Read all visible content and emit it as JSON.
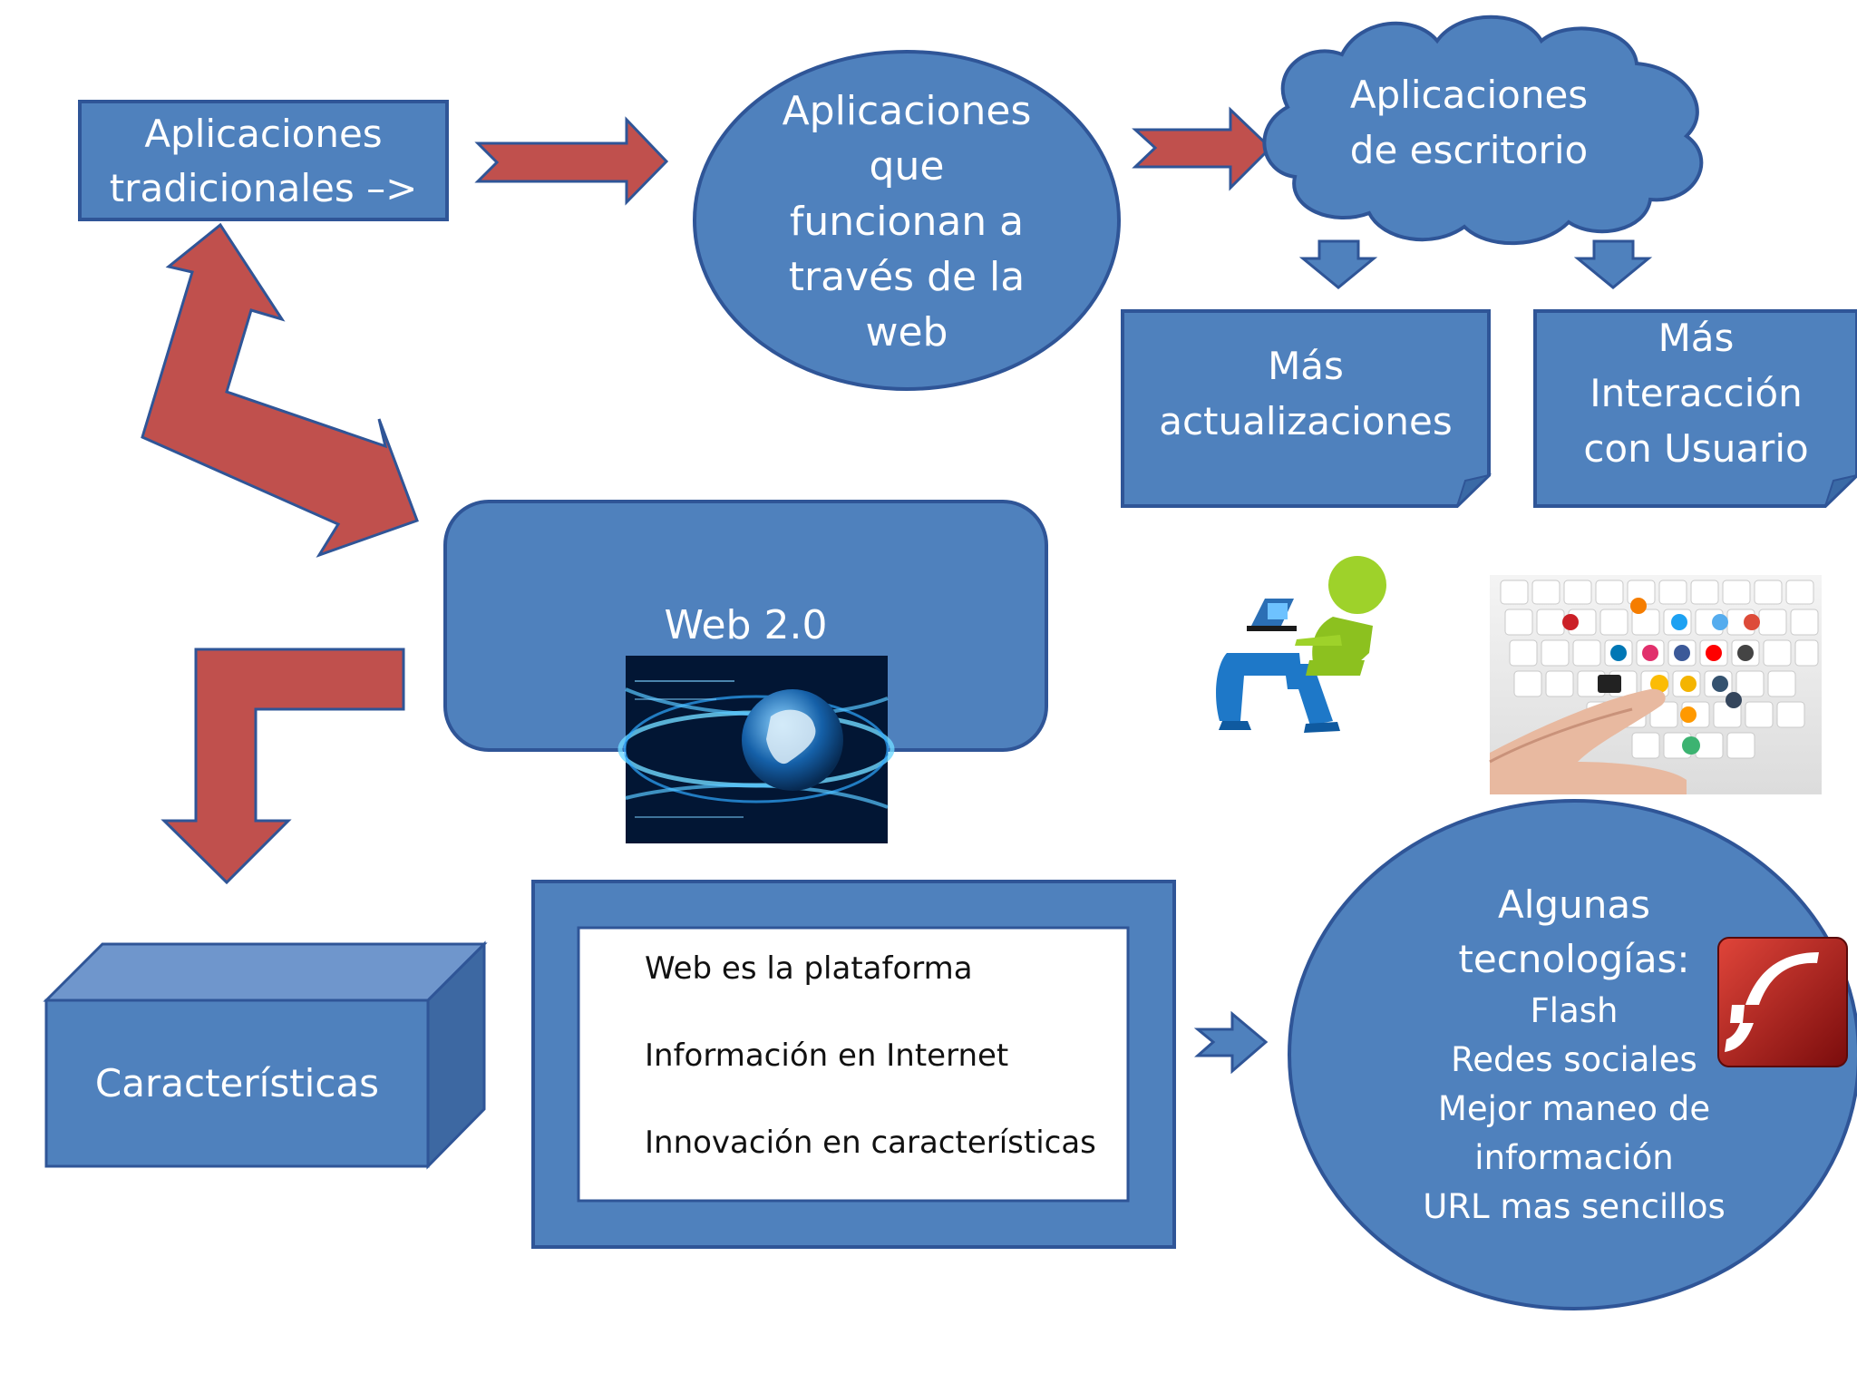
{
  "colors": {
    "shape_fill": "#4f81bd",
    "shape_stroke": "#2f5597",
    "arrow_fill": "#c0504d",
    "arrow_stroke": "#2f5597",
    "text": "#ffffff",
    "dark_text": "#111111"
  },
  "nodes": {
    "traditional": {
      "line1": "Aplicaciones",
      "line2": "tradicionales –>"
    },
    "web_apps": {
      "line1": "Aplicaciones",
      "line2": "que",
      "line3": "funcionan a",
      "line4": "través de la",
      "line5": "web"
    },
    "desktop_apps": {
      "line1": "Aplicaciones",
      "line2": "de escritorio"
    },
    "more_updates": {
      "line1": "Más",
      "line2": "actualizaciones"
    },
    "more_interaction": {
      "line1": "Más",
      "line2": "Interacción",
      "line3": "con Usuario"
    },
    "web20": {
      "label": "Web 2.0"
    },
    "features": {
      "label": "Características"
    },
    "features_list": {
      "item1": "Web es la plataforma",
      "item2": "Información en Internet",
      "item3": "Innovación en características"
    },
    "technologies": {
      "line1": "Algunas",
      "line2": "tecnologías:",
      "line3": "Flash",
      "line4": "Redes sociales",
      "line5": "Mejor maneo de",
      "line6": "información",
      "line7": "URL mas sencillos"
    }
  },
  "images": {
    "globe": "globe-network-image",
    "user_computer": "user-at-computer-image",
    "social_keyboard": "social-media-keyboard-image",
    "flash_logo": "flash-logo-icon"
  }
}
